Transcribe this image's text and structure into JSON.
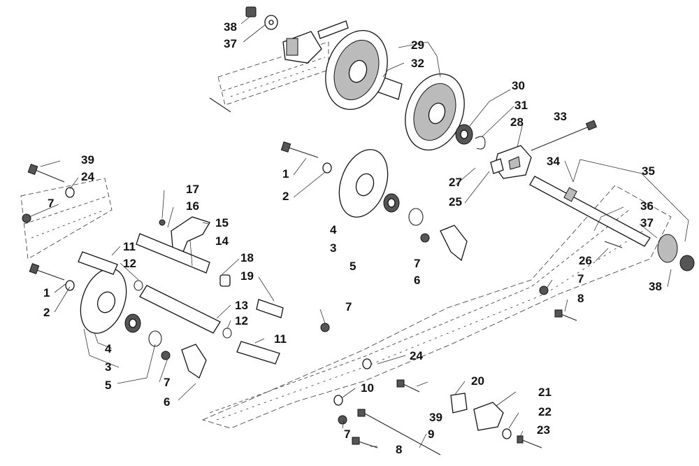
{
  "diagram": {
    "callouts": [
      {
        "id": "c38a",
        "text": "38"
      },
      {
        "id": "c37a",
        "text": "37"
      },
      {
        "id": "c29",
        "text": "29"
      },
      {
        "id": "c32",
        "text": "32"
      },
      {
        "id": "c30",
        "text": "30"
      },
      {
        "id": "c31",
        "text": "31"
      },
      {
        "id": "c28",
        "text": "28"
      },
      {
        "id": "c33",
        "text": "33"
      },
      {
        "id": "c27",
        "text": "27"
      },
      {
        "id": "c25",
        "text": "25"
      },
      {
        "id": "c34",
        "text": "34"
      },
      {
        "id": "c35",
        "text": "35"
      },
      {
        "id": "c36",
        "text": "36"
      },
      {
        "id": "c37b",
        "text": "37"
      },
      {
        "id": "c38b",
        "text": "38"
      },
      {
        "id": "c26",
        "text": "26"
      },
      {
        "id": "c7a",
        "text": "7"
      },
      {
        "id": "c8a",
        "text": "8"
      },
      {
        "id": "c1a",
        "text": "1"
      },
      {
        "id": "c2a",
        "text": "2"
      },
      {
        "id": "c4a",
        "text": "4"
      },
      {
        "id": "c3a",
        "text": "3"
      },
      {
        "id": "c5a",
        "text": "5"
      },
      {
        "id": "c7b",
        "text": "7"
      },
      {
        "id": "c6a",
        "text": "6"
      },
      {
        "id": "c39a",
        "text": "39"
      },
      {
        "id": "c24a",
        "text": "24"
      },
      {
        "id": "c7c",
        "text": "7"
      },
      {
        "id": "c17",
        "text": "17"
      },
      {
        "id": "c16",
        "text": "16"
      },
      {
        "id": "c15",
        "text": "15"
      },
      {
        "id": "c14",
        "text": "14"
      },
      {
        "id": "c11a",
        "text": "11"
      },
      {
        "id": "c12a",
        "text": "12"
      },
      {
        "id": "c18",
        "text": "18"
      },
      {
        "id": "c19",
        "text": "19"
      },
      {
        "id": "c1b",
        "text": "1"
      },
      {
        "id": "c2b",
        "text": "2"
      },
      {
        "id": "c13",
        "text": "13"
      },
      {
        "id": "c12b",
        "text": "12"
      },
      {
        "id": "c7d",
        "text": "7"
      },
      {
        "id": "c11b",
        "text": "11"
      },
      {
        "id": "c4b",
        "text": "4"
      },
      {
        "id": "c3b",
        "text": "3"
      },
      {
        "id": "c5b",
        "text": "5"
      },
      {
        "id": "c7e",
        "text": "7"
      },
      {
        "id": "c6b",
        "text": "6"
      },
      {
        "id": "c24b",
        "text": "24"
      },
      {
        "id": "c10",
        "text": "10"
      },
      {
        "id": "c20",
        "text": "20"
      },
      {
        "id": "c39b",
        "text": "39"
      },
      {
        "id": "c21",
        "text": "21"
      },
      {
        "id": "c22",
        "text": "22"
      },
      {
        "id": "c7f",
        "text": "7"
      },
      {
        "id": "c9",
        "text": "9"
      },
      {
        "id": "c23",
        "text": "23"
      },
      {
        "id": "c8b",
        "text": "8"
      }
    ]
  }
}
